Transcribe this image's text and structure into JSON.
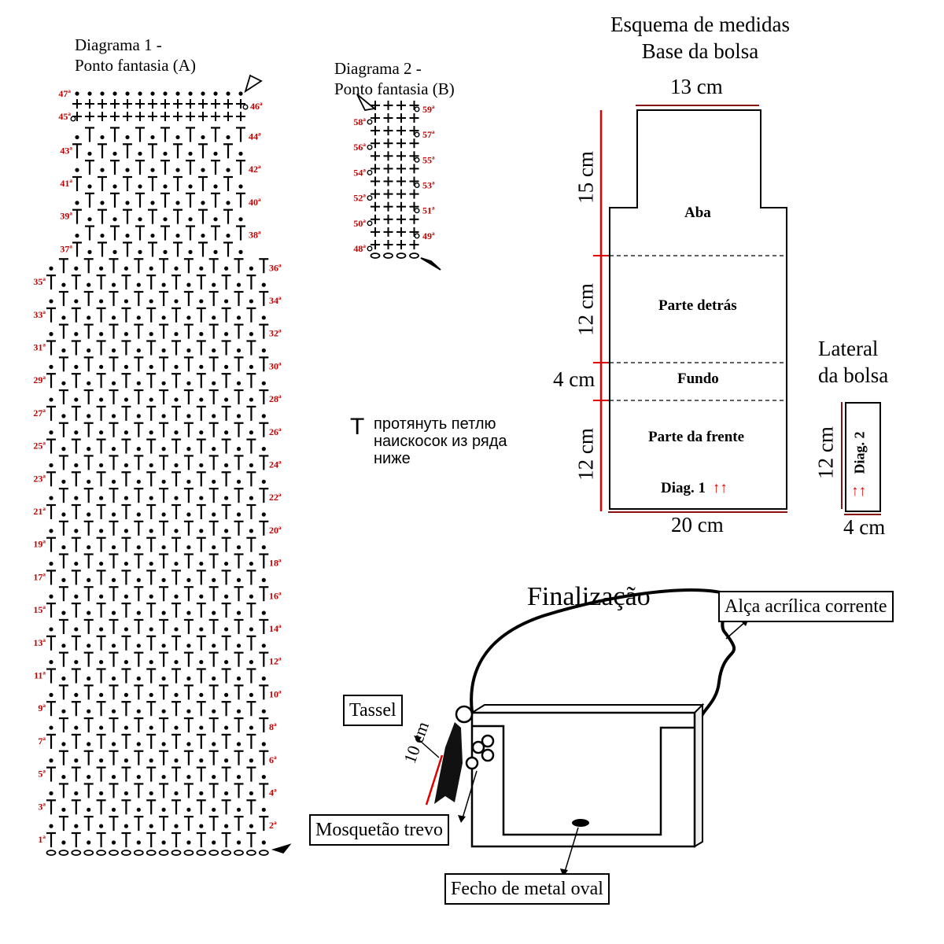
{
  "diagram1": {
    "title_line1": "Diagrama 1 -",
    "title_line2": "Ponto fantasia (A)",
    "foundation_chain_count": 18,
    "lower_rows": {
      "from": 1,
      "to": 36,
      "stitches_per_row": 18,
      "odd_pattern": "T•",
      "even_pattern": "•T"
    },
    "upper_rows": {
      "from": 37,
      "to": 44,
      "stitches_per_row": 14,
      "odd_pattern": "T•",
      "even_pattern": "•T"
    },
    "top_rows": [
      {
        "row": 45,
        "type": "single-crochet",
        "count": 14,
        "label": "45ª"
      },
      {
        "row": 46,
        "type": "single-crochet",
        "count": 14,
        "label": "46ª"
      },
      {
        "row": 47,
        "type": "slip-stitch",
        "count": 14,
        "label": "47ª"
      }
    ],
    "row_labels": [
      "1ª",
      "2ª",
      "3ª",
      "4ª",
      "5ª",
      "6ª",
      "7ª",
      "8ª",
      "9ª",
      "10ª",
      "11ª",
      "12ª",
      "13ª",
      "14ª",
      "15ª",
      "16ª",
      "17ª",
      "18ª",
      "19ª",
      "20ª",
      "21ª",
      "22ª",
      "23ª",
      "24ª",
      "25ª",
      "26ª",
      "27ª",
      "28ª",
      "29ª",
      "30ª",
      "31ª",
      "32ª",
      "33ª",
      "34ª",
      "35ª",
      "36ª",
      "37ª",
      "38ª",
      "39ª",
      "40ª",
      "41ª",
      "42ª",
      "43ª",
      "44ª",
      "45ª",
      "46ª",
      "47ª"
    ],
    "symbols": {
      "tall": "T",
      "dot": "•",
      "cross": "+",
      "chain": "o"
    }
  },
  "diagram2": {
    "title_line1": "Diagrama 2 -",
    "title_line2": "Ponto fantasia (B)",
    "foundation_chain_count": 4,
    "rows_from": 48,
    "rows_to": 59,
    "stitches_per_row": 4,
    "row_labels_left": [
      "48ª",
      "50ª",
      "52ª",
      "54ª",
      "56ª",
      "58ª"
    ],
    "row_labels_right": [
      "49ª",
      "51ª",
      "53ª",
      "55ª",
      "57ª",
      "59ª"
    ]
  },
  "legend": {
    "symbol": "T",
    "text_lines": [
      "протянуть петлю",
      "наискосок из ряда",
      "ниже"
    ]
  },
  "schema": {
    "title_line1": "Esquema de medidas",
    "title_line2": "Base da bolsa",
    "top_width": "13 cm",
    "flap_height": "15 cm",
    "back_height": "12 cm",
    "bottom_height": "4 cm",
    "front_height": "12 cm",
    "bottom_width": "20 cm",
    "sections": {
      "flap": "Aba",
      "back": "Parte detrás",
      "bottom": "Fundo",
      "front": "Parte da frente"
    },
    "diag_ref": "Diag. 1",
    "arrows": "↑↑"
  },
  "lateral": {
    "title_line1": "Lateral",
    "title_line2": "da bolsa",
    "height": "12 cm",
    "width": "4 cm",
    "diag_ref": "Diag. 2",
    "arrows": "↑↑"
  },
  "finalizacao": {
    "title": "Finalização",
    "callouts": {
      "strap": "Alça acrílica corrente",
      "tassel": "Tassel",
      "tassel_length": "10 cm",
      "clasp_hook": "Mosquetão trevo",
      "closure": "Fecho de metal oval"
    }
  },
  "colors": {
    "label_red": "#c00000",
    "measure_red": "#e00000",
    "measure_dark_red": "#8b1010",
    "ink": "#000000"
  }
}
